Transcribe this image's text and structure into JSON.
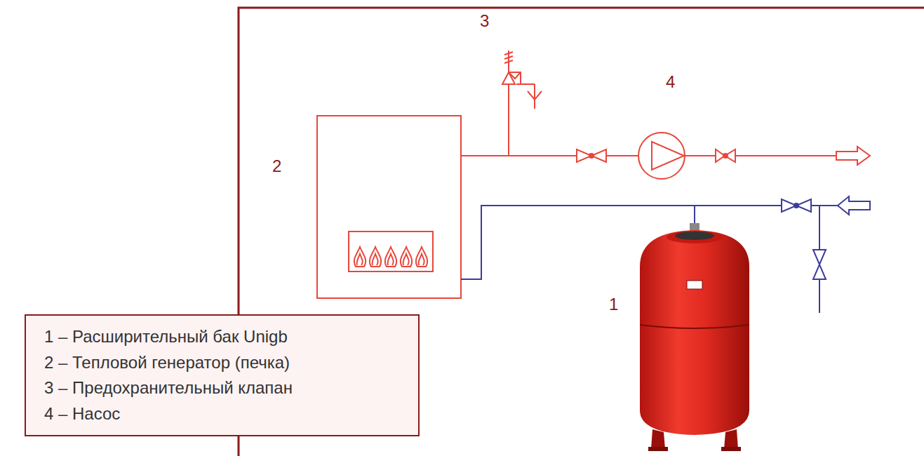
{
  "diagram": {
    "nodes": [
      {
        "text": [
          "1 – Расширительный бак Unigb",
          "2 – Тепловой генератор (печка)",
          "3 – Предохранительный клапан",
          "4 – Насос"
        ]
      }
    ],
    "labels": [
      "3",
      "4",
      "2",
      "1"
    ]
  }
}
